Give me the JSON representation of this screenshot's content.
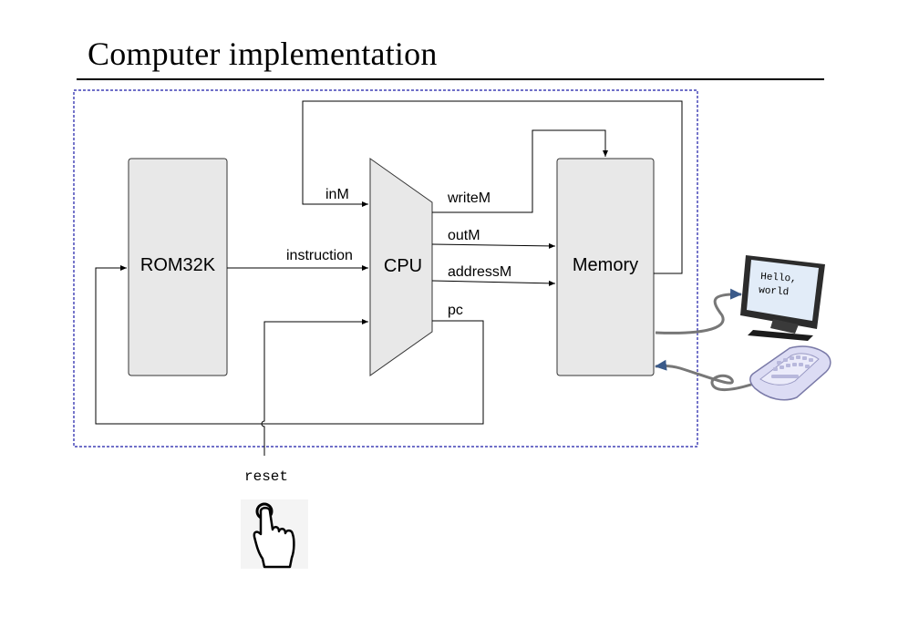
{
  "title": "Computer implementation",
  "components": {
    "rom": "ROM32K",
    "cpu": "CPU",
    "memory": "Memory"
  },
  "signals": {
    "inM": "inM",
    "writeM": "writeM",
    "outM": "outM",
    "instruction": "instruction",
    "addressM": "addressM",
    "pc": "pc",
    "reset": "reset"
  },
  "screen": {
    "line1": "Hello,",
    "line2": "world"
  },
  "colors": {
    "block_fill": "#e8e8e8",
    "boundary": "#1a1aa6",
    "cable": "#777777",
    "screen_fill": "#e2ecf8"
  },
  "icons": [
    "monitor-icon",
    "keyboard-icon",
    "pointing-hand-icon"
  ]
}
